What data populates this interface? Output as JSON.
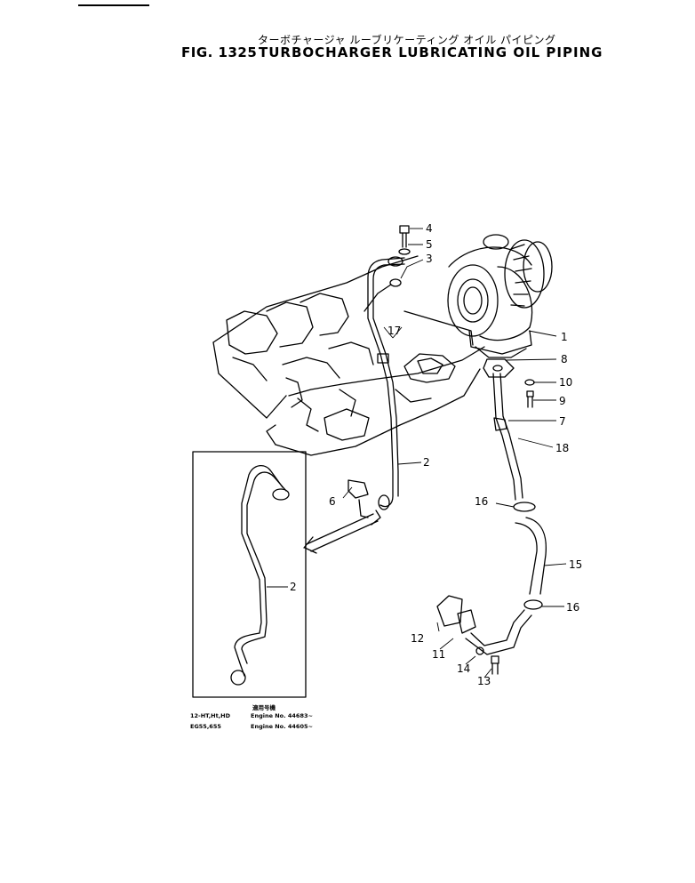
{
  "header": {
    "title_jp": "ターボチャージャ  ルーブリケーティング  オイル  パイピング",
    "fig_no": "FIG. 1325",
    "title_en": "TURBOCHARGER LUBRICATING OIL PIPING"
  },
  "callouts": [
    {
      "id": "c1",
      "text": "1"
    },
    {
      "id": "c2a",
      "text": "2"
    },
    {
      "id": "c2b",
      "text": "2"
    },
    {
      "id": "c3",
      "text": "3"
    },
    {
      "id": "c4",
      "text": "4"
    },
    {
      "id": "c5",
      "text": "5"
    },
    {
      "id": "c6",
      "text": "6"
    },
    {
      "id": "c7",
      "text": "7"
    },
    {
      "id": "c8",
      "text": "8"
    },
    {
      "id": "c9",
      "text": "9"
    },
    {
      "id": "c10",
      "text": "10"
    },
    {
      "id": "c11",
      "text": "11"
    },
    {
      "id": "c12",
      "text": "12"
    },
    {
      "id": "c13",
      "text": "13"
    },
    {
      "id": "c14",
      "text": "14"
    },
    {
      "id": "c15",
      "text": "15"
    },
    {
      "id": "c16a",
      "text": "16"
    },
    {
      "id": "c16b",
      "text": "16"
    },
    {
      "id": "c17",
      "text": "17"
    },
    {
      "id": "c18",
      "text": "18"
    }
  ],
  "applicability": {
    "heading": "適用号機",
    "rows": [
      {
        "model": "12-HT,Ht,HD",
        "engine": "Engine No. 44683~"
      },
      {
        "model": "EG55,655",
        "engine": "Engine No. 44605~"
      }
    ]
  }
}
